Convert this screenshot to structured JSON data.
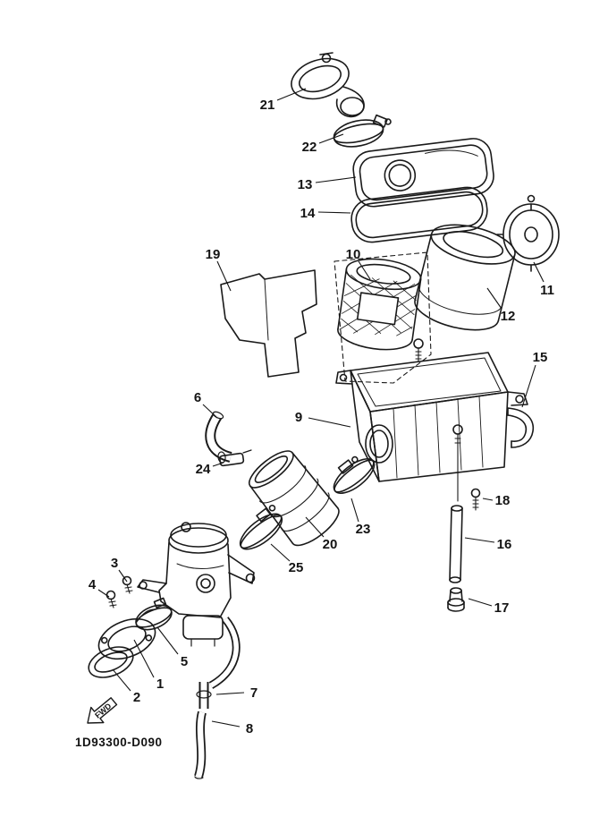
{
  "page": {
    "background": "#ffffff",
    "line_color": "#1a1a1a"
  },
  "diagram": {
    "code": "1D93300-D090",
    "fwd_label": "FWD",
    "callouts": [
      "1",
      "2",
      "3",
      "4",
      "5",
      "6",
      "7",
      "8",
      "9",
      "10",
      "11",
      "12",
      "13",
      "14",
      "15",
      "16",
      "17",
      "18",
      "19",
      "20",
      "21",
      "22",
      "23",
      "24",
      "25"
    ]
  }
}
